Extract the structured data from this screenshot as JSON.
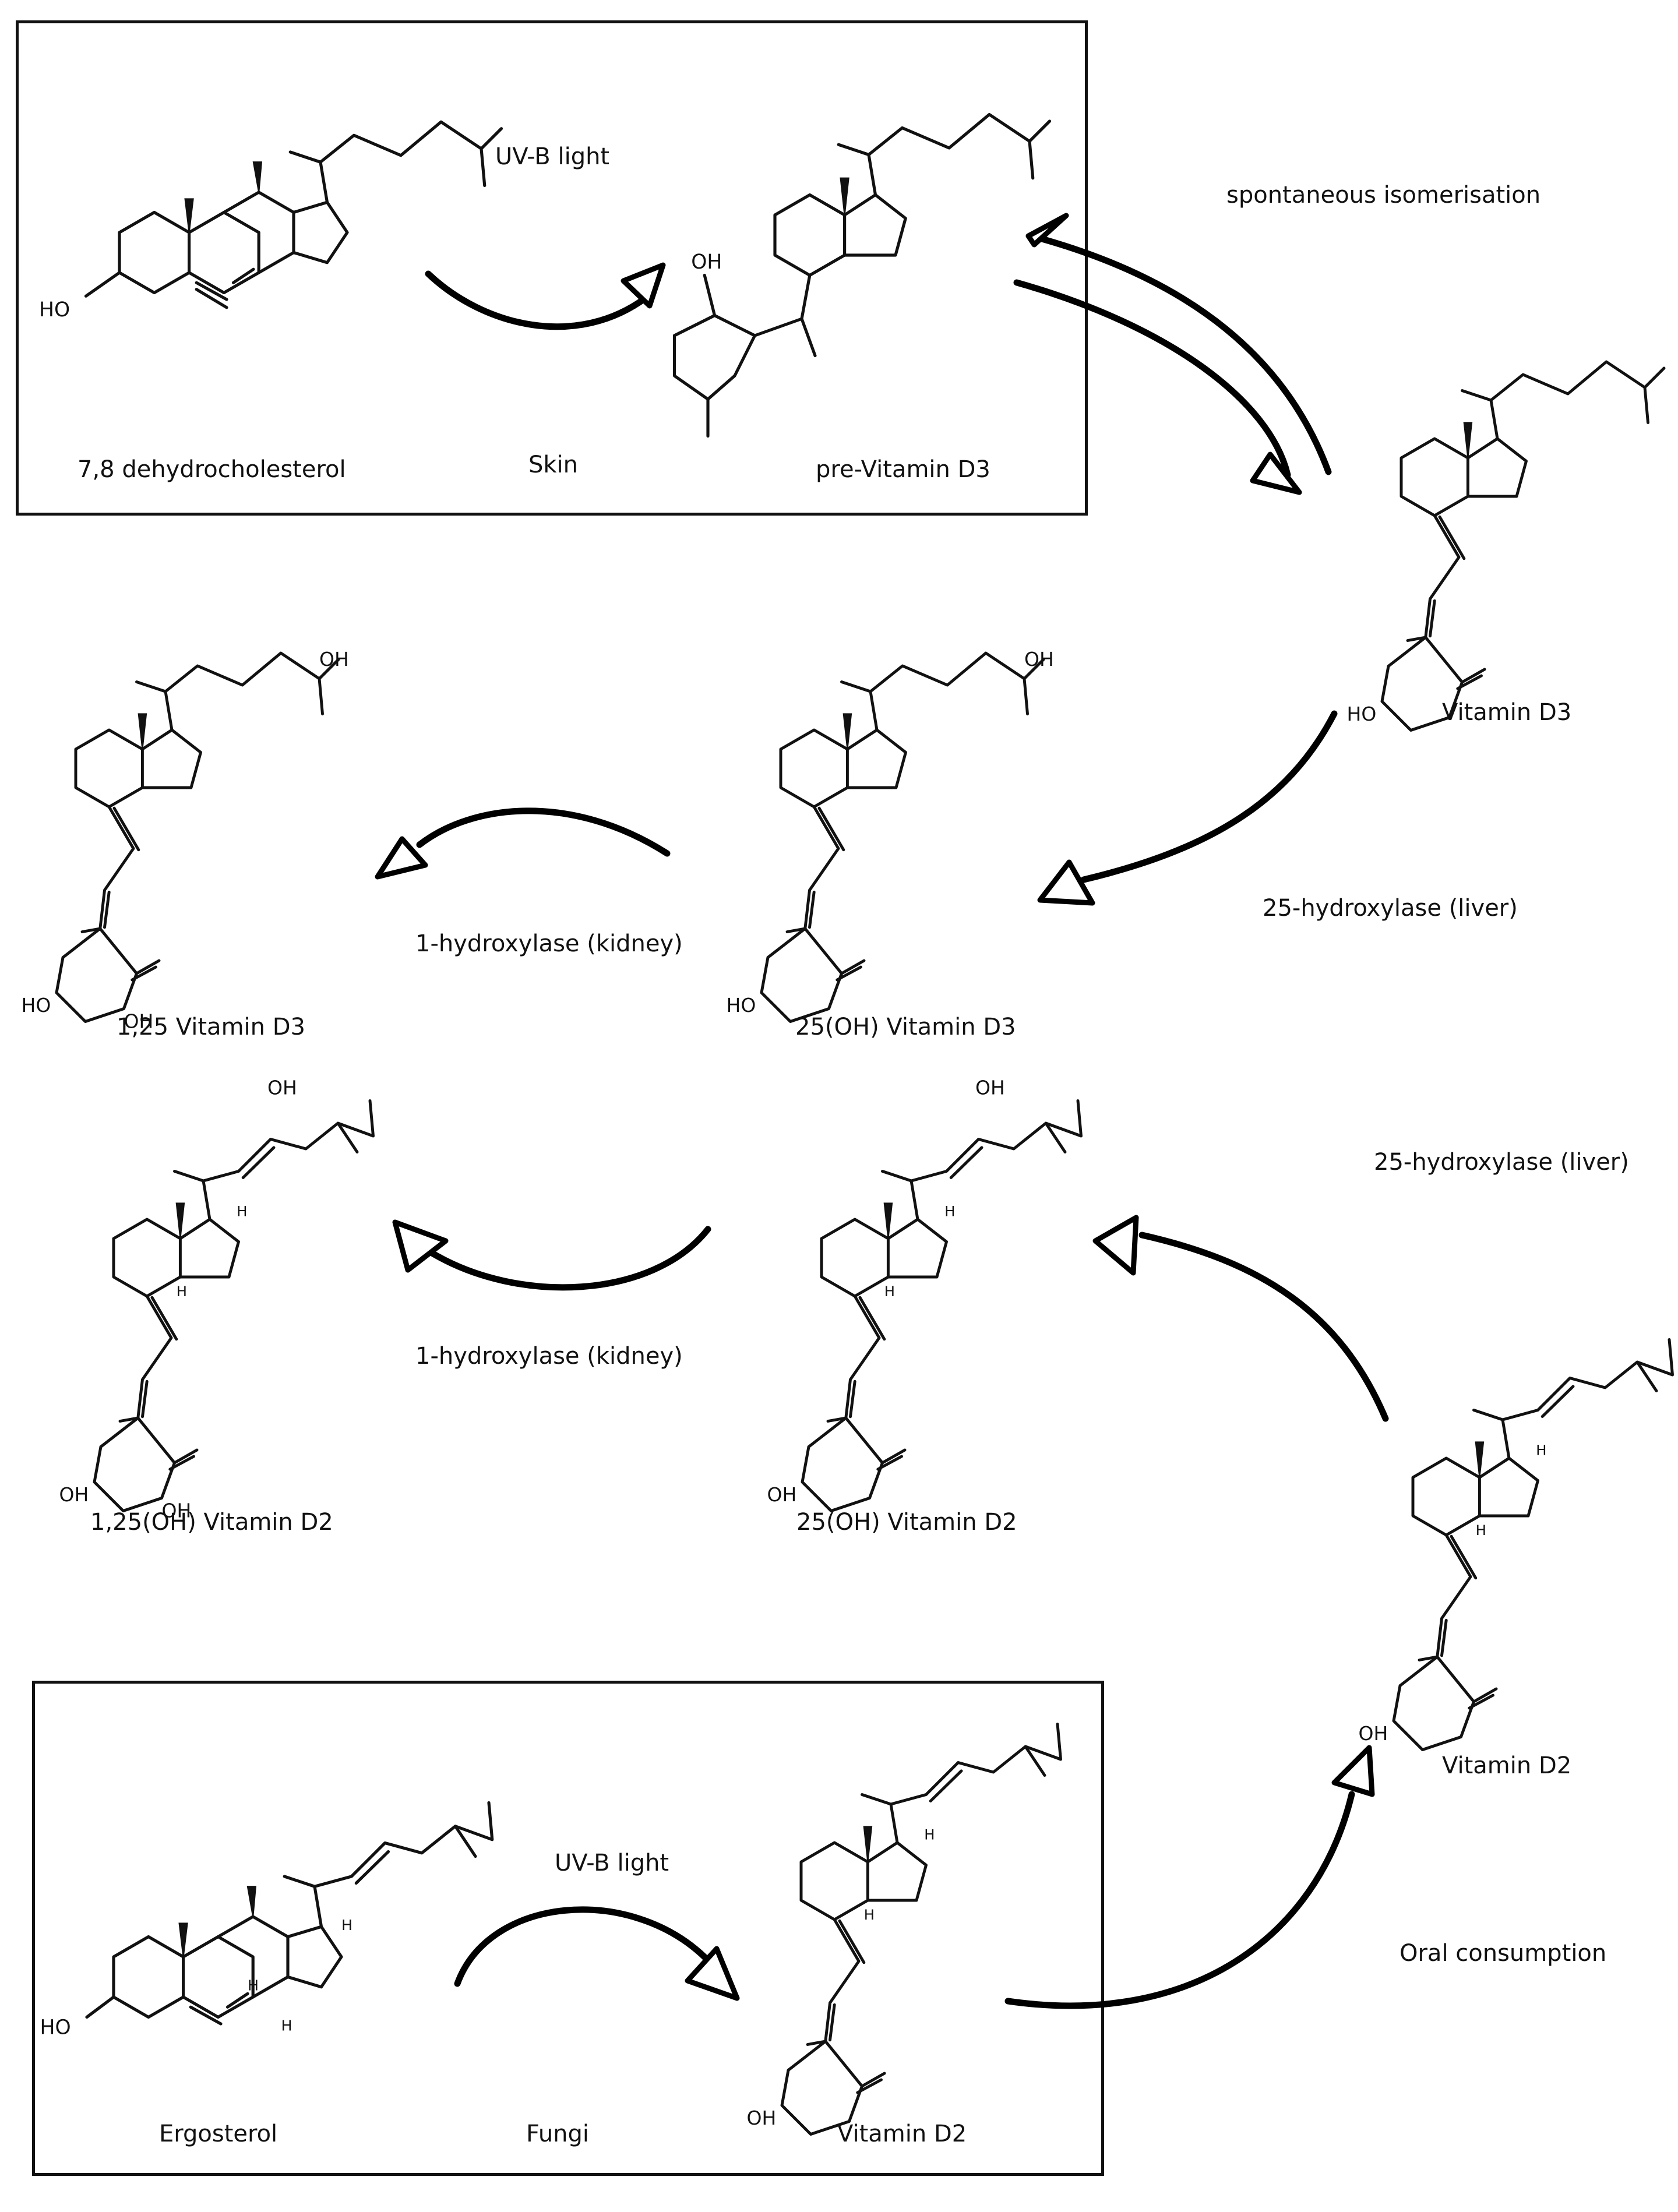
{
  "regions": {
    "skin": "Skin",
    "fungi": "Fungi"
  },
  "compounds": {
    "dehydrocholesterol": "7,8 dehydrocholesterol",
    "pre_vitamin_d3": "pre-Vitamin D3",
    "vitamin_d3": "Vitamin D3",
    "oh25_vitamin_d3": "25(OH) Vitamin D3",
    "vitamin_d3_125": "1,25 Vitamin D3",
    "oh25_vitamin_d2": "25(OH) Vitamin D2",
    "oh125_vitamin_d2": "1,25(OH) Vitamin D2",
    "vitamin_d2": "Vitamin D2",
    "ergosterol": "Ergosterol",
    "vitamin_d2_fungi": "Vitamin D2"
  },
  "processes": {
    "uvb_skin": "UV-B light",
    "isomerisation": "spontaneous isomerisation",
    "hydroxylase25_d3": "25-hydroxylase (liver)",
    "hydroxylase1_d3": "1-hydroxylase (kidney)",
    "hydroxylase25_d2": "25-hydroxylase (liver)",
    "hydroxylase1_d2": "1-hydroxylase (kidney)",
    "uvb_fungi": "UV-B light",
    "oral": "Oral consumption"
  },
  "atoms": {
    "ho": "HO",
    "oh": "OH",
    "h": "H"
  }
}
